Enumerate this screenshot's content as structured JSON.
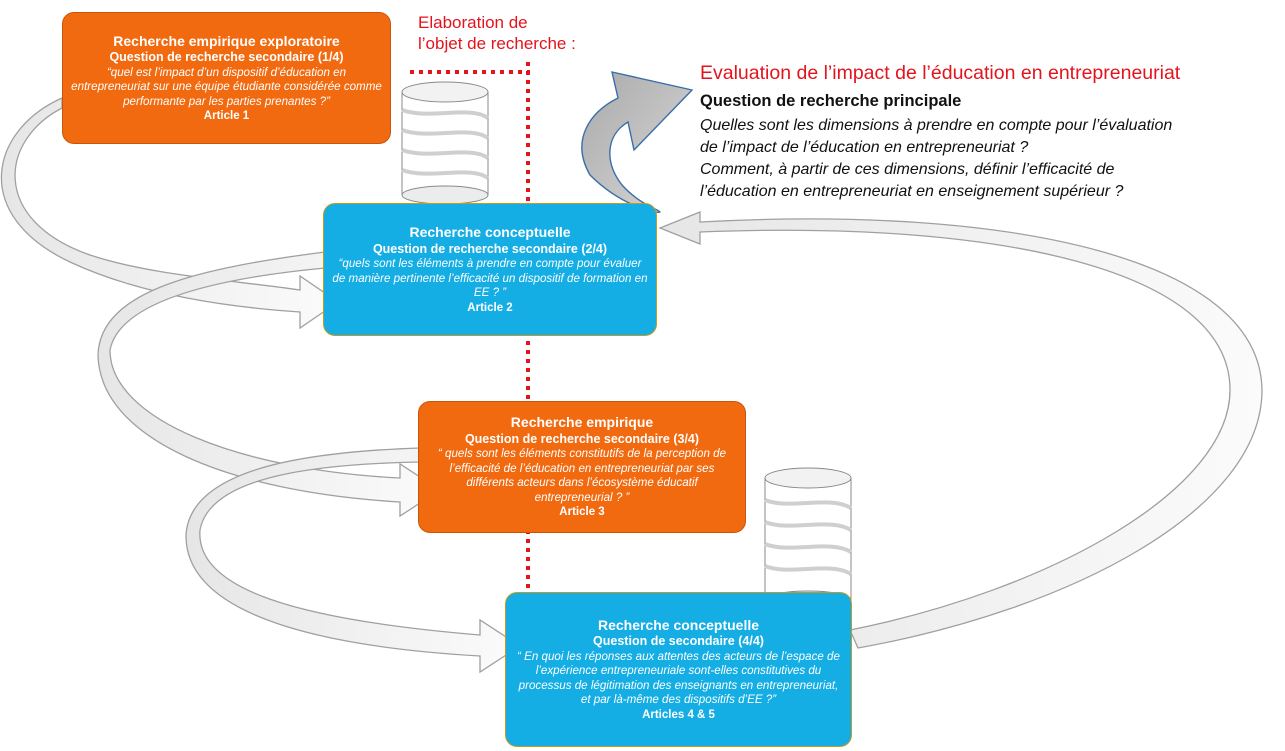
{
  "elaboration_label": [
    "Elaboration de",
    "l’objet de recherche :"
  ],
  "main": {
    "title": "Evaluation de l’impact de l’éducation en entrepreneuriat",
    "subtitle": "Question de recherche principale",
    "questions": [
      "Quelles sont les dimensions à prendre en compte pour l’évaluation",
      "de l’impact de l’éducation en entrepreneuriat ?",
      "Comment, à partir de ces dimensions, définir l’efficacité de",
      "l’éducation en entrepreneuriat en enseignement supérieur ?"
    ]
  },
  "boxes": [
    {
      "title": "Recherche empirique exploratoire",
      "subtitle": "Question de recherche secondaire (1/4)",
      "question": "“quel est l’impact d’un dispositif d’éducation en entrepreneuriat sur une équipe étudiante considérée comme performante par les parties prenantes ?”",
      "article": "Article 1",
      "color": "#f26a10"
    },
    {
      "title": "Recherche conceptuelle",
      "subtitle": "Question de recherche secondaire (2/4)",
      "question": "“quels sont les éléments à prendre en compte pour évaluer de manière pertinente l’efficacité un dispositif de formation en EE ? ”",
      "article": "Article 2",
      "color": "#14aee5"
    },
    {
      "title": "Recherche empirique",
      "subtitle": "Question de recherche secondaire (3/4)",
      "question": "“ quels sont les éléments constitutifs de la perception de l’efficacité de l’éducation en entrepreneuriat par ses différents acteurs dans l’écosystème éducatif entrepreneurial ? ”",
      "article": "Article 3",
      "color": "#f26a10"
    },
    {
      "title": "Recherche conceptuelle",
      "subtitle": "Question de secondaire (4/4)",
      "question": "“ En quoi les réponses aux attentes des acteurs de l’espace de l’expérience entrepreneuriale sont-elles constitutives du processus de légitimation des enseignants en entrepreneuriat, et par là-même des dispositifs d’EE ?”",
      "article": "Articles 4 & 5",
      "color": "#14aee5"
    }
  ],
  "colors": {
    "red": "#e3141c",
    "orange": "#f26a10",
    "blue": "#14aee5",
    "arrow_fill": "#f4f4f4",
    "arrow_stroke": "#9a9a9a"
  }
}
